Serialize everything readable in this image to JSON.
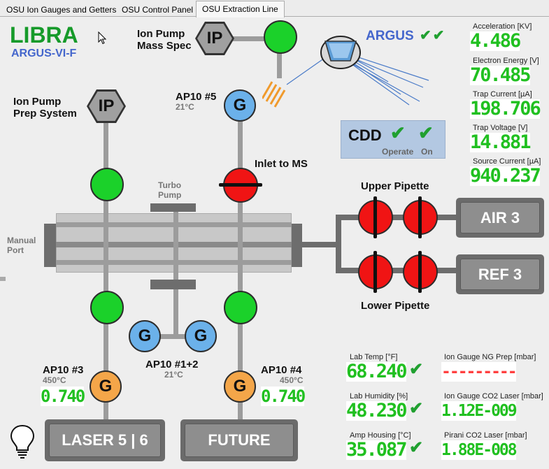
{
  "tabs": [
    "OSU Ion Gauges and Getters",
    "OSU Control Panel",
    "OSU Extraction Line"
  ],
  "active_tab": "OSU Extraction Line",
  "header": {
    "title": "LIBRA",
    "subtitle": "ARGUS-VI-F"
  },
  "argus": {
    "label": "ARGUS",
    "checks": "✔✔"
  },
  "cdd": {
    "label": "CDD",
    "operate": "Operate",
    "on": "On",
    "check": "✔"
  },
  "pumps": {
    "ms": {
      "symbol": "IP",
      "label_line1": "Ion Pump",
      "label_line2": "Mass Spec"
    },
    "prep": {
      "symbol": "IP",
      "label_line1": "Ion Pump",
      "label_line2": "Prep System"
    }
  },
  "gauges": {
    "ap10_5": {
      "symbol": "G",
      "name": "AP10 #5",
      "temp": "21°C"
    },
    "ap10_12": {
      "symbol": "G",
      "name": "AP10 #1+2",
      "temp": "21°C"
    },
    "ap10_3": {
      "symbol": "G",
      "name": "AP10 #3",
      "temp": "450°C",
      "value": "0.740"
    },
    "ap10_4": {
      "symbol": "G",
      "name": "AP10 #4",
      "temp": "450°C",
      "value": "0.740"
    }
  },
  "labels": {
    "inlet": "Inlet to MS",
    "turbo_line1": "Turbo",
    "turbo_line2": "Pump",
    "manual_line1": "Manual",
    "manual_line2": "Port",
    "upper_pipette": "Upper Pipette",
    "lower_pipette": "Lower Pipette"
  },
  "buttons": {
    "air": "AIR 3",
    "ref": "REF 3",
    "laser": "LASER 5 | 6",
    "future": "FUTURE"
  },
  "readouts_right": [
    {
      "label": "Acceleration [KV]",
      "value": "4.486"
    },
    {
      "label": "Electron Energy [V]",
      "value": "70.485"
    },
    {
      "label": "Trap Current [µA]",
      "value": "198.706"
    },
    {
      "label": "Trap Voltage [V]",
      "value": "14.881"
    },
    {
      "label": "Source Current [µA]",
      "value": "940.237"
    }
  ],
  "lab_readouts": [
    {
      "label": "Lab Temp [°F]",
      "value": "68.240",
      "check": "✔"
    },
    {
      "label": "Lab Humidity [%]",
      "value": "48.230",
      "check": "✔"
    },
    {
      "label": "Amp Housing [°C]",
      "value": "35.087",
      "check": "✔"
    }
  ],
  "gauge_readouts": [
    {
      "label": "Ion Gauge NG Prep [mbar]",
      "value": "---------",
      "color": "#ff4040"
    },
    {
      "label": "Ion Gauge CO2 Laser [mbar]",
      "value": "1.12E-009",
      "color": "#20c020"
    },
    {
      "label": "Pirani CO2 Laser [mbar]",
      "value": "1.88E-008",
      "color": "#20c020"
    }
  ],
  "colors": {
    "open_valve": "#1bd12a",
    "closed_valve": "#f01414",
    "gauge_blue": "#6bb1ea",
    "gauge_orange": "#f4a649",
    "readout_green": "#20c020",
    "brand_green": "#169a2a",
    "brand_blue": "#4466cc"
  }
}
